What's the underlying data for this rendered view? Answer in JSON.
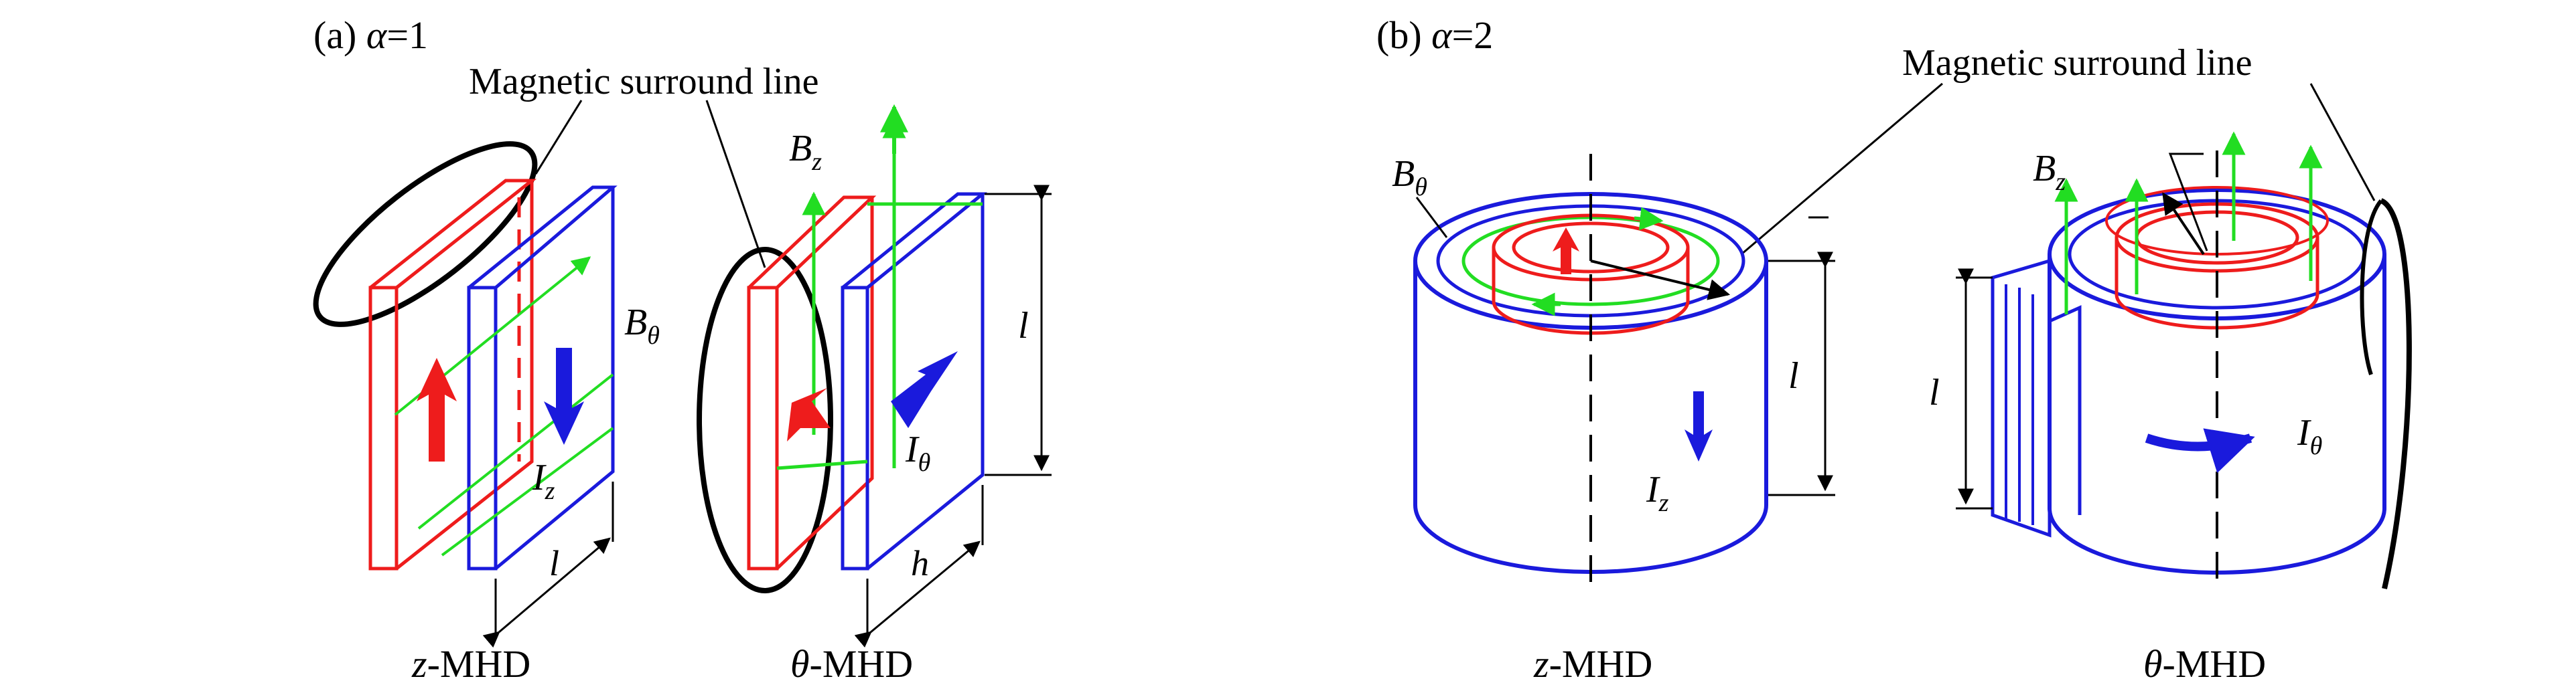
{
  "panel_a": {
    "title_prefix": "(a) ",
    "alpha_symbol": "α",
    "alpha_value": "=1",
    "surround_label": "Magnetic surround line",
    "b_theta_main": "B",
    "b_theta_sub": "θ",
    "b_z_main": "B",
    "b_z_sub": "z",
    "i_z_main": "I",
    "i_z_sub": "z",
    "i_theta_main": "I",
    "i_theta_sub": "θ",
    "dim_l_vertical": "l",
    "dim_l_bottom": "l",
    "dim_h": "h",
    "caption_z_var": "z",
    "caption_z_rest": "-MHD",
    "caption_theta_var": "θ",
    "caption_theta_rest": "-MHD"
  },
  "panel_b": {
    "title_prefix": "(b) ",
    "alpha_symbol": "α",
    "alpha_value": "=2",
    "surround_label": "Magnetic surround line",
    "b_theta_main": "B",
    "b_theta_sub": "θ",
    "b_z_main": "B",
    "b_z_sub": "z",
    "i_z_main": "I",
    "i_z_sub": "z",
    "i_theta_main": "I",
    "i_theta_sub": "θ",
    "dim_l_left": "l",
    "dim_l_right": "l",
    "caption_z_var": "z",
    "caption_z_rest": "-MHD",
    "caption_theta_var": "θ",
    "caption_theta_rest": "-MHD"
  },
  "colors": {
    "red": "#ee1c1c",
    "blue": "#1a1adc",
    "green": "#22dd22",
    "black": "#000000"
  }
}
